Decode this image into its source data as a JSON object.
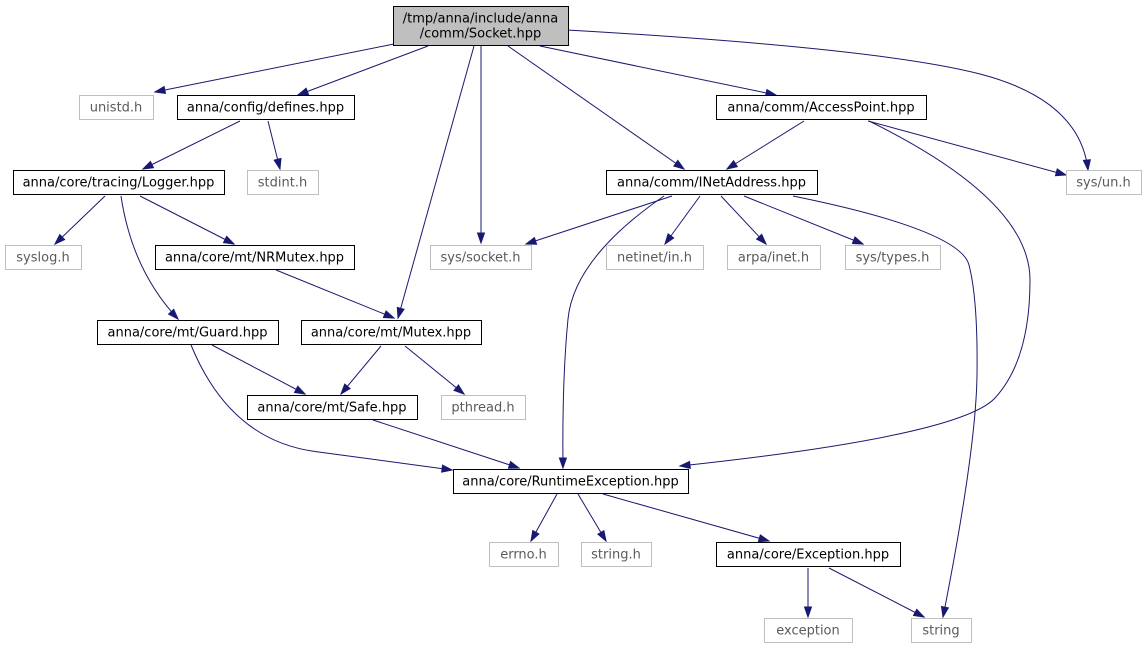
{
  "graph": {
    "colors": {
      "edge": "#191970",
      "root_fill": "#bfbfbf",
      "doc_border": "#000000",
      "sys_border": "#bfbfbf"
    },
    "nodes": {
      "socket": {
        "kind": "root",
        "lines": [
          "/tmp/anna/include/anna",
          "/comm/Socket.hpp"
        ]
      },
      "unistd": {
        "kind": "sys",
        "lines": [
          "unistd.h"
        ]
      },
      "defines": {
        "kind": "doc",
        "lines": [
          "anna/config/defines.hpp"
        ]
      },
      "accesspoint": {
        "kind": "doc",
        "lines": [
          "anna/comm/AccessPoint.hpp"
        ]
      },
      "sysun": {
        "kind": "sys",
        "lines": [
          "sys/un.h"
        ]
      },
      "logger": {
        "kind": "doc",
        "lines": [
          "anna/core/tracing/Logger.hpp"
        ]
      },
      "stdint": {
        "kind": "sys",
        "lines": [
          "stdint.h"
        ]
      },
      "inetaddress": {
        "kind": "doc",
        "lines": [
          "anna/comm/INetAddress.hpp"
        ]
      },
      "syslog": {
        "kind": "sys",
        "lines": [
          "syslog.h"
        ]
      },
      "nrmutex": {
        "kind": "doc",
        "lines": [
          "anna/core/mt/NRMutex.hpp"
        ]
      },
      "syssocket": {
        "kind": "sys",
        "lines": [
          "sys/socket.h"
        ]
      },
      "netinet": {
        "kind": "sys",
        "lines": [
          "netinet/in.h"
        ]
      },
      "arpainet": {
        "kind": "sys",
        "lines": [
          "arpa/inet.h"
        ]
      },
      "systypes": {
        "kind": "sys",
        "lines": [
          "sys/types.h"
        ]
      },
      "guard": {
        "kind": "doc",
        "lines": [
          "anna/core/mt/Guard.hpp"
        ]
      },
      "mutex": {
        "kind": "doc",
        "lines": [
          "anna/core/mt/Mutex.hpp"
        ]
      },
      "safe": {
        "kind": "doc",
        "lines": [
          "anna/core/mt/Safe.hpp"
        ]
      },
      "pthread": {
        "kind": "sys",
        "lines": [
          "pthread.h"
        ]
      },
      "runtimeexc": {
        "kind": "doc",
        "lines": [
          "anna/core/RuntimeException.hpp"
        ]
      },
      "errno": {
        "kind": "sys",
        "lines": [
          "errno.h"
        ]
      },
      "stringh": {
        "kind": "sys",
        "lines": [
          "string.h"
        ]
      },
      "exception_hpp": {
        "kind": "doc",
        "lines": [
          "anna/core/Exception.hpp"
        ]
      },
      "exception": {
        "kind": "sys",
        "lines": [
          "exception"
        ]
      },
      "string": {
        "kind": "sys",
        "lines": [
          "string"
        ]
      }
    },
    "edges": [
      [
        "socket",
        "unistd"
      ],
      [
        "socket",
        "defines"
      ],
      [
        "socket",
        "mutex"
      ],
      [
        "socket",
        "syssocket"
      ],
      [
        "socket",
        "inetaddress"
      ],
      [
        "socket",
        "accesspoint"
      ],
      [
        "socket",
        "sysun"
      ],
      [
        "defines",
        "logger"
      ],
      [
        "defines",
        "stdint"
      ],
      [
        "accesspoint",
        "inetaddress"
      ],
      [
        "accesspoint",
        "sysun"
      ],
      [
        "accesspoint",
        "runtimeexc"
      ],
      [
        "logger",
        "syslog"
      ],
      [
        "logger",
        "nrmutex"
      ],
      [
        "logger",
        "guard"
      ],
      [
        "inetaddress",
        "syssocket"
      ],
      [
        "inetaddress",
        "netinet"
      ],
      [
        "inetaddress",
        "arpainet"
      ],
      [
        "inetaddress",
        "systypes"
      ],
      [
        "inetaddress",
        "runtimeexc"
      ],
      [
        "inetaddress",
        "string"
      ],
      [
        "nrmutex",
        "mutex"
      ],
      [
        "guard",
        "safe"
      ],
      [
        "guard",
        "runtimeexc"
      ],
      [
        "mutex",
        "safe"
      ],
      [
        "mutex",
        "pthread"
      ],
      [
        "safe",
        "runtimeexc"
      ],
      [
        "runtimeexc",
        "errno"
      ],
      [
        "runtimeexc",
        "stringh"
      ],
      [
        "runtimeexc",
        "exception_hpp"
      ],
      [
        "exception_hpp",
        "exception"
      ],
      [
        "exception_hpp",
        "string"
      ]
    ]
  }
}
